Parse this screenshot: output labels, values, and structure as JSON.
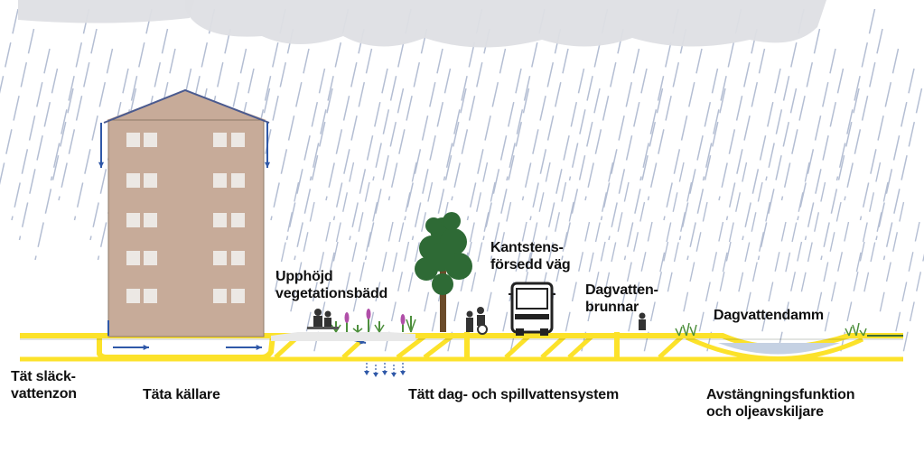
{
  "labels": {
    "tat_slackvattenzon": [
      "Tät släck-",
      "vattenzon"
    ],
    "tata_kallare": "Täta källare",
    "upphojd_vegetationsbadd": [
      "Upphöjd",
      "vegetationsbädd"
    ],
    "kantstensforsedd_vag": [
      "Kantstens-",
      "försedd väg"
    ],
    "dagvattenbrunnar": [
      "Dagvatten-",
      "brunnar"
    ],
    "dagvattendamm": "Dagvattendamm",
    "tatt_dag_spillvattensystem": "Tätt dag- och spillvattensystem",
    "avstangningsfunktion": [
      "Avstängningsfunktion",
      "och oljeavskiljare"
    ]
  },
  "colors": {
    "rain": "#b4bed3",
    "cloud": "#dedfe4",
    "building": "#c7ab99",
    "building_window": "#ece8e4",
    "roof_outline": "#4a5a8f",
    "pipe_yellow": "#fce22a",
    "arrow_blue": "#2f58a8",
    "pond_water": "#c5d1e3",
    "tree_green": "#2e6a35",
    "vegetation_green": "#4d8f3c",
    "flower_purple": "#b04fa8"
  },
  "icons": {
    "cloud": "cloud-icon",
    "building": "apartment-building-icon",
    "tree": "pine-tree-icon",
    "bus": "bus-icon",
    "people": "people-bench-icon",
    "drain": "storm-drain-icon"
  }
}
